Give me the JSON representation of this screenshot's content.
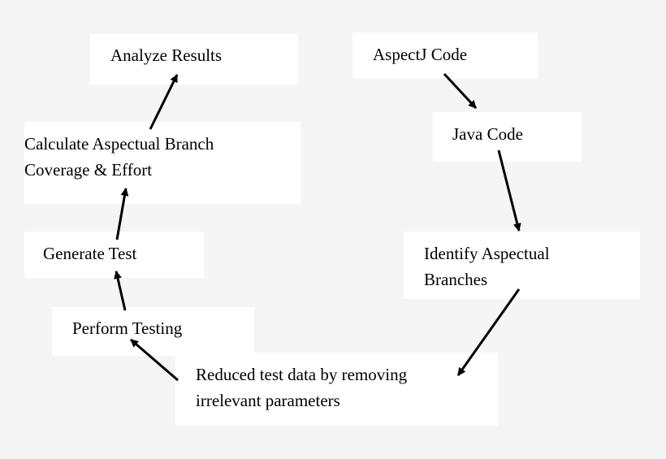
{
  "nodes": {
    "analyze_results": {
      "lines": [
        "Analyze Results"
      ]
    },
    "aspectj_code": {
      "lines": [
        "AspectJ Code"
      ]
    },
    "calculate_coverage": {
      "lines": [
        "Calculate Aspectual Branch",
        "Coverage & Effort"
      ]
    },
    "java_code": {
      "lines": [
        "Java Code"
      ]
    },
    "generate_test": {
      "lines": [
        "Generate Test"
      ]
    },
    "identify_branches": {
      "lines": [
        "Identify Aspectual",
        "Branches"
      ]
    },
    "perform_testing": {
      "lines": [
        "Perform Testing"
      ]
    },
    "reduced_test_data": {
      "lines": [
        "Reduced test data by removing",
        "irrelevant parameters"
      ]
    }
  },
  "edges": [
    {
      "from": "aspectj_code",
      "to": "java_code"
    },
    {
      "from": "java_code",
      "to": "identify_branches"
    },
    {
      "from": "identify_branches",
      "to": "reduced_test_data"
    },
    {
      "from": "reduced_test_data",
      "to": "perform_testing"
    },
    {
      "from": "perform_testing",
      "to": "generate_test"
    },
    {
      "from": "generate_test",
      "to": "calculate_coverage"
    },
    {
      "from": "calculate_coverage",
      "to": "analyze_results"
    }
  ]
}
